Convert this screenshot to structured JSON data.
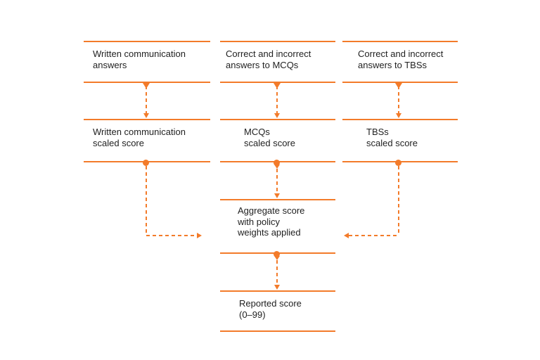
{
  "colors": {
    "accent": "#F37B2A",
    "text": "#1F1F1F",
    "background": "#FFFFFF"
  },
  "diagram": {
    "type": "flowchart",
    "nodes": {
      "wc_answers": {
        "label": "Written communication\nanswers"
      },
      "mcq_answers": {
        "label": "Correct and incorrect\nanswers to MCQs"
      },
      "tbs_answers": {
        "label": "Correct and incorrect\nanswers to TBSs"
      },
      "wc_scaled": {
        "label": "Written communication\nscaled score"
      },
      "mcq_scaled": {
        "label": "MCQs\nscaled score"
      },
      "tbs_scaled": {
        "label": "TBSs\nscaled score"
      },
      "aggregate": {
        "label": "Aggregate score\nwith policy\nweights applied"
      },
      "reported": {
        "label": "Reported score\n(0–99)"
      }
    },
    "flows": [
      {
        "from": "Written communication answers",
        "to": "Written communication scaled score"
      },
      {
        "from": "Correct and incorrect answers to MCQs",
        "to": "MCQs scaled score"
      },
      {
        "from": "Correct and incorrect answers to TBSs",
        "to": "TBSs scaled score"
      },
      {
        "from": "Written communication scaled score",
        "to": "Aggregate score with policy weights applied"
      },
      {
        "from": "MCQs scaled score",
        "to": "Aggregate score with policy weights applied"
      },
      {
        "from": "TBSs scaled score",
        "to": "Aggregate score with policy weights applied"
      },
      {
        "from": "Aggregate score with policy weights applied",
        "to": "Reported score (0–99)"
      }
    ]
  }
}
